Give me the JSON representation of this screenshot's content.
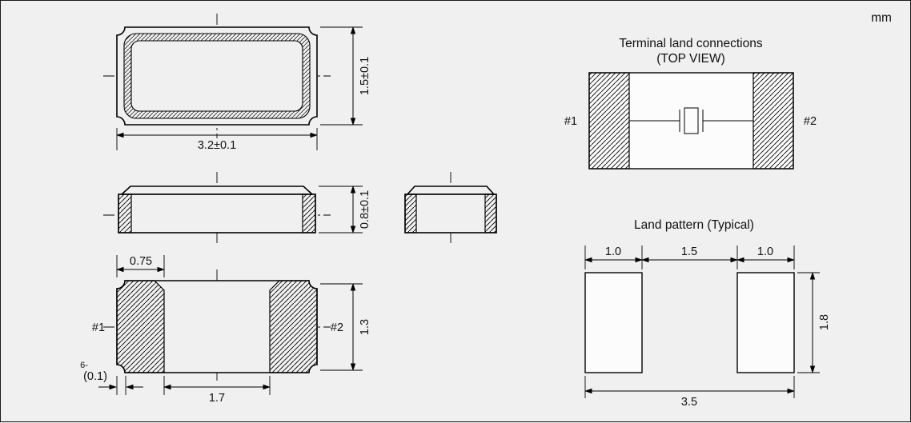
{
  "unit_label": "mm",
  "top_view": {
    "width_dim": "3.2±0.1",
    "height_dim": "1.5±0.1"
  },
  "side_view": {
    "height_dim": "0.8±0.1"
  },
  "bottom_view": {
    "pad_width_dim": "0.75",
    "pin1_label": "#1",
    "pin2_label": "#2",
    "height_dim": "1.3",
    "corner_count": "6-",
    "corner_dim": "(0.1)",
    "gap_dim": "1.7"
  },
  "terminal_land": {
    "title": "Terminal land connections",
    "subtitle": "(TOP VIEW)",
    "pin1_label": "#1",
    "pin2_label": "#2"
  },
  "land_pattern": {
    "title": "Land pattern (Typical)",
    "pad1_width_dim": "1.0",
    "gap_dim": "1.5",
    "pad2_width_dim": "1.0",
    "pad_height_dim": "1.8",
    "total_width_dim": "3.5"
  }
}
